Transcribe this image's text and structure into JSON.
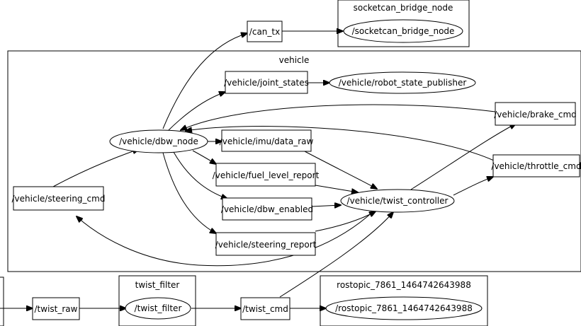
{
  "graph": {
    "clusters": {
      "socketcan": "socketcan_bridge_node",
      "vehicle": "vehicle",
      "twist_filter": "twist_filter",
      "rostopic": "rostopic_7861_1464742643988"
    },
    "nodes": {
      "socketcan_bridge_node": "/socketcan_bridge_node",
      "robot_state_publisher": "/vehicle/robot_state_publisher",
      "dbw_node": "/vehicle/dbw_node",
      "twist_controller": "/vehicle/twist_controller",
      "twist_filter": "/twist_filter",
      "rostopic": "/rostopic_7861_1464742643988"
    },
    "topics": {
      "can_tx": "/can_tx",
      "joint_states": "/vehicle/joint_states",
      "brake_cmd": "/vehicle/brake_cmd",
      "imu_data_raw": "/vehicle/imu/data_raw",
      "throttle_cmd": "/vehicle/throttle_cmd",
      "fuel_level_report": "/vehicle/fuel_level_report",
      "steering_cmd": "/vehicle/steering_cmd",
      "dbw_enabled": "/vehicle/dbw_enabled",
      "steering_report": "/vehicle/steering_report",
      "twist_raw": "/twist_raw",
      "twist_cmd": "/twist_cmd"
    }
  }
}
